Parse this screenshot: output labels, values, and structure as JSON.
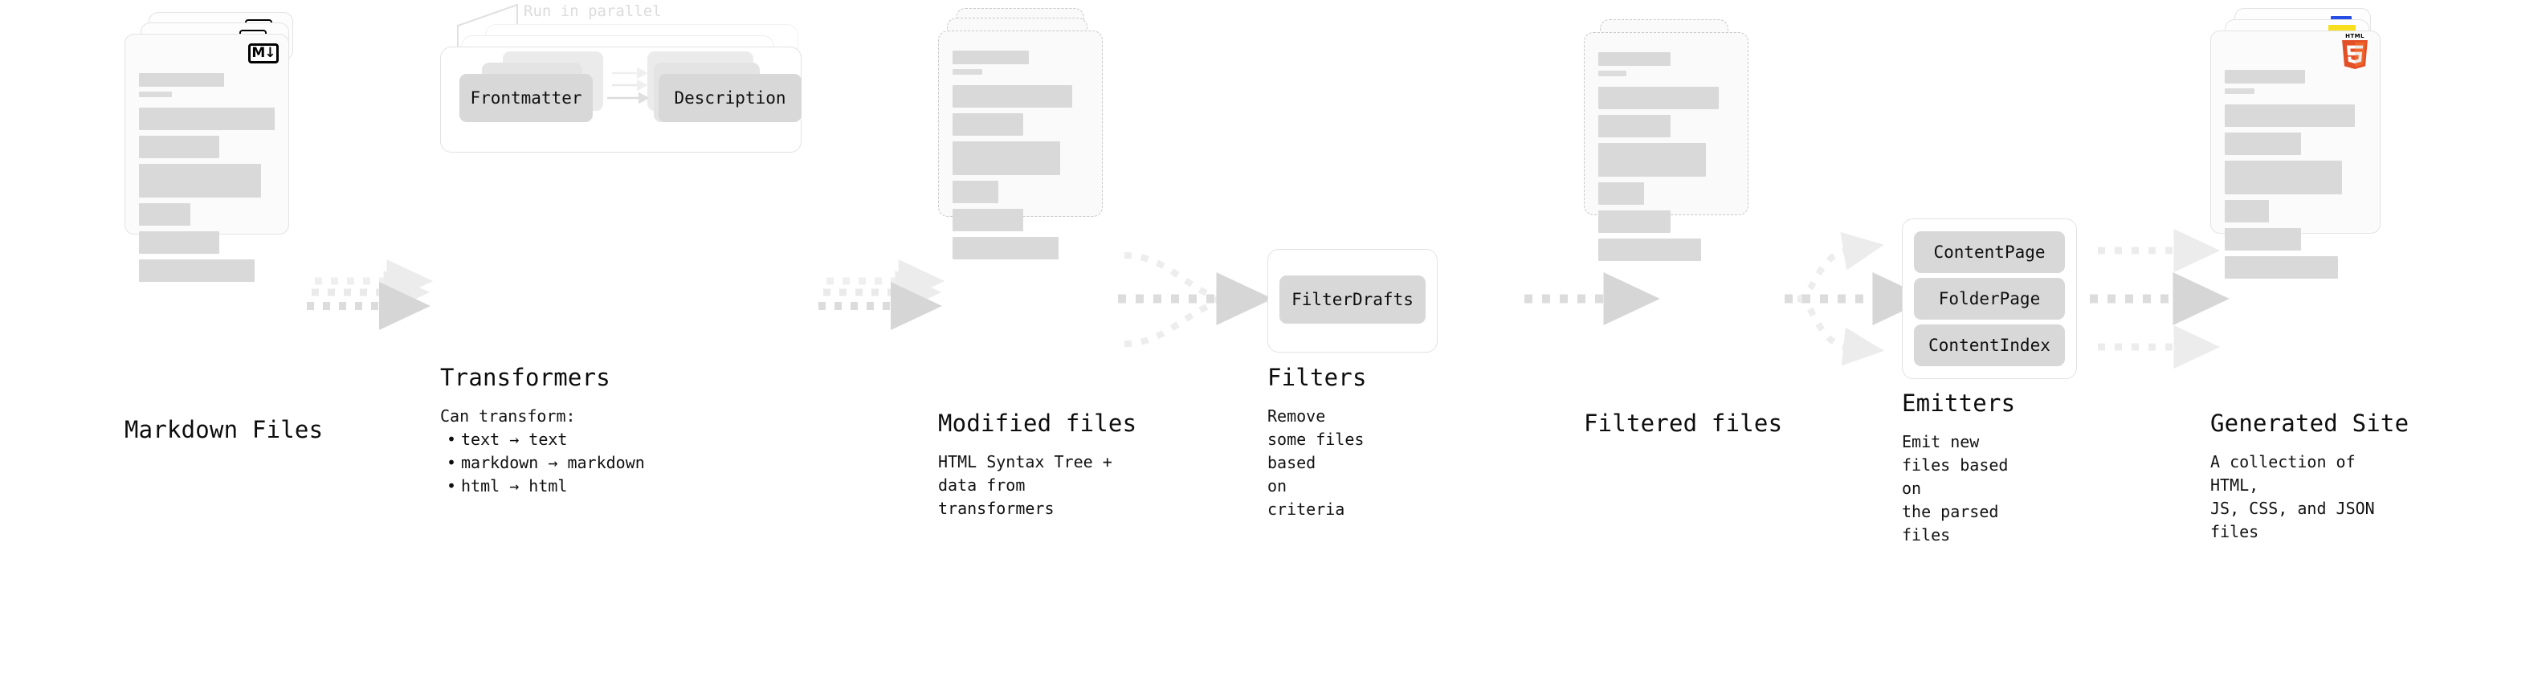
{
  "diagram": {
    "title": "Quartz build pipeline",
    "accent_colors": {
      "html5": "#e34f26",
      "css3": "#264de4",
      "js": "#f7df1e",
      "chip": "#d8d8d8",
      "line": "#d9d9d9",
      "muted_text": "#dcdcdc"
    }
  },
  "stages": [
    {
      "id": "markdown-files",
      "title": "Markdown Files",
      "desc": "",
      "badge": "markdown-badge",
      "badge_text": "M↓"
    },
    {
      "id": "transformers",
      "title": "Transformers",
      "desc": "Can transform:",
      "note": "Run in parallel",
      "chips": [
        "Frontmatter",
        "Description"
      ],
      "bullets": [
        "text → text",
        "markdown → markdown",
        "html → html"
      ]
    },
    {
      "id": "modified-files",
      "title": "Modified files",
      "desc": "HTML Syntax Tree +\ndata from transformers"
    },
    {
      "id": "filters",
      "title": "Filters",
      "desc": "Remove some files based\non criteria",
      "chips": [
        "FilterDrafts"
      ]
    },
    {
      "id": "filtered-files",
      "title": "Filtered files",
      "desc": ""
    },
    {
      "id": "emitters",
      "title": "Emitters",
      "desc": "Emit new files based on\nthe parsed files",
      "chips": [
        "ContentPage",
        "FolderPage",
        "ContentIndex"
      ]
    },
    {
      "id": "generated-site",
      "title": "Generated Site",
      "desc": "A collection of HTML,\nJS, CSS, and JSON files",
      "badges": [
        "html5-badge",
        "css3-badge",
        "js-badge"
      ]
    }
  ]
}
